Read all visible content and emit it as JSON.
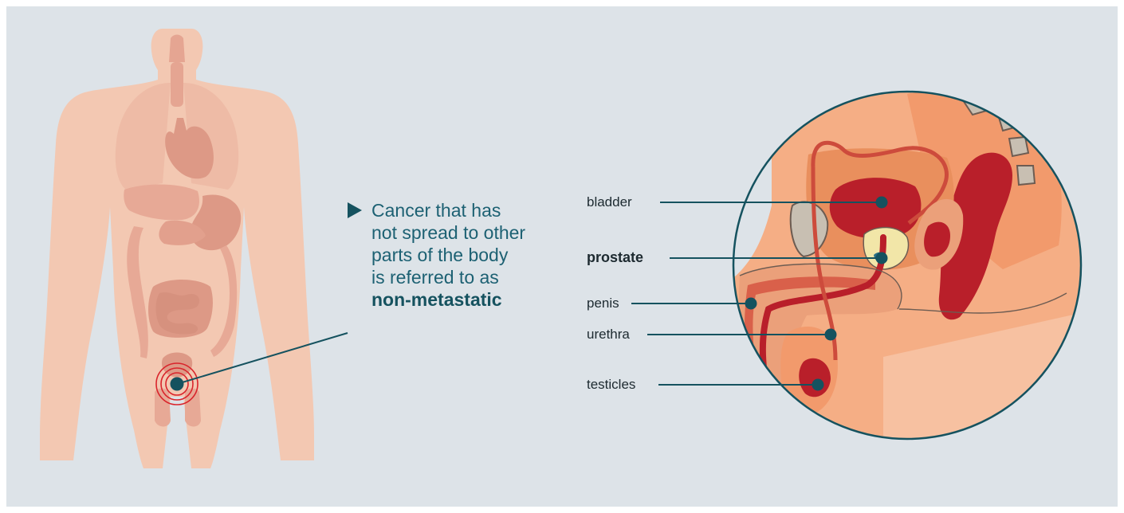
{
  "caption": {
    "line1": "Cancer that has",
    "line2": "not spread to other",
    "line3": "parts of the body",
    "line4": "is referred to as",
    "emphasis": "non-metastatic"
  },
  "labels": {
    "bladder": "bladder",
    "prostate": "prostate",
    "penis": "penis",
    "urethra": "urethra",
    "testicles": "testicles"
  },
  "colors": {
    "background": "#dde3e8",
    "body": "#f3c8b2",
    "organs": "#e8aa95",
    "accent": "#15525f",
    "highlight": "#d9242b",
    "bladder": "#b91f2a"
  }
}
